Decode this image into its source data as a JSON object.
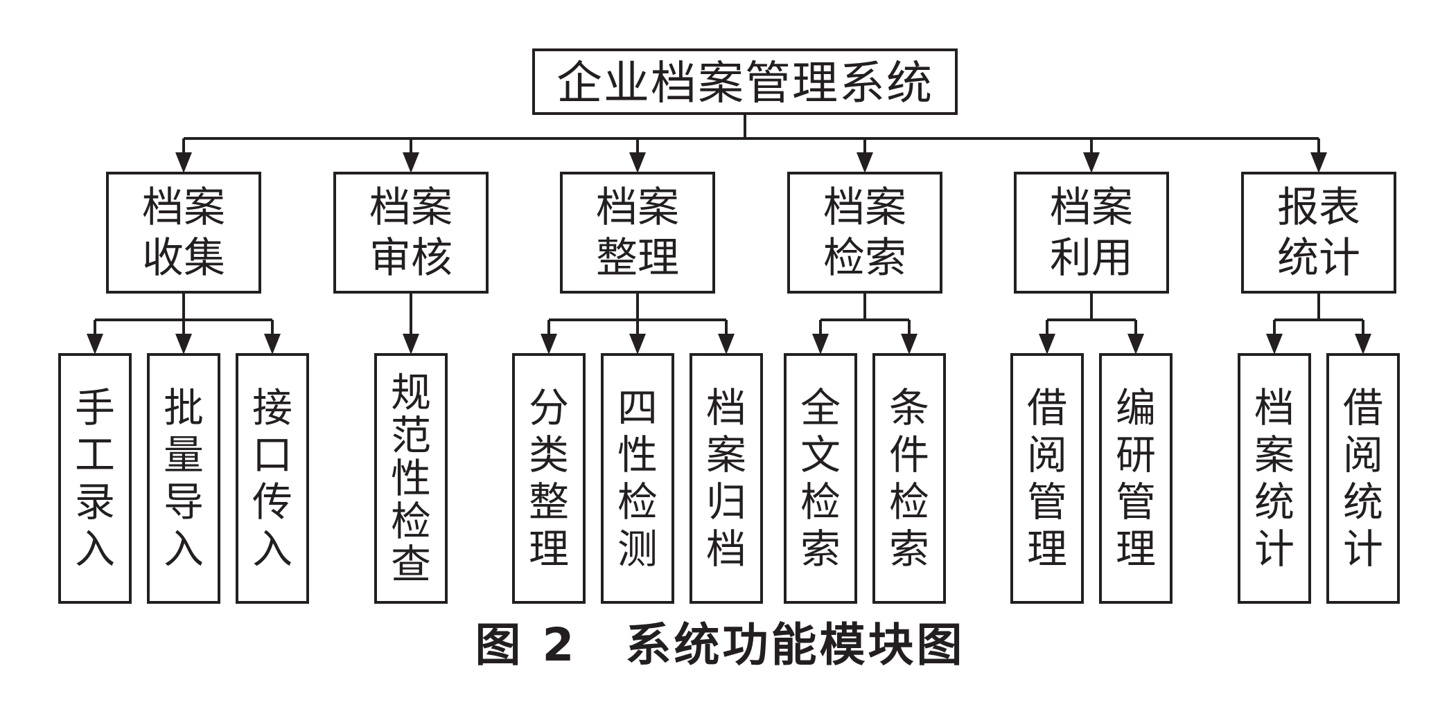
{
  "diagram": {
    "root": "企业档案管理系统",
    "modules": [
      {
        "label": [
          "档案",
          "收集"
        ],
        "children": [
          [
            "手",
            "工",
            "录",
            "入"
          ],
          [
            "批",
            "量",
            "导",
            "入"
          ],
          [
            "接",
            "口",
            "传",
            "入"
          ]
        ]
      },
      {
        "label": [
          "档案",
          "审核"
        ],
        "children": [
          [
            "规",
            "范",
            "性",
            "检",
            "查"
          ]
        ]
      },
      {
        "label": [
          "档案",
          "整理"
        ],
        "children": [
          [
            "分",
            "类",
            "整",
            "理"
          ],
          [
            "四",
            "性",
            "检",
            "测"
          ],
          [
            "档",
            "案",
            "归",
            "档"
          ]
        ]
      },
      {
        "label": [
          "档案",
          "检索"
        ],
        "children": [
          [
            "全",
            "文",
            "检",
            "索"
          ],
          [
            "条",
            "件",
            "检",
            "索"
          ]
        ]
      },
      {
        "label": [
          "档案",
          "利用"
        ],
        "children": [
          [
            "借",
            "阅",
            "管",
            "理"
          ],
          [
            "编",
            "研",
            "管",
            "理"
          ]
        ]
      },
      {
        "label": [
          "报表",
          "统计"
        ],
        "children": [
          [
            "档",
            "案",
            "统",
            "计"
          ],
          [
            "借",
            "阅",
            "统",
            "计"
          ]
        ]
      }
    ],
    "caption": "图 2　系统功能模块图"
  }
}
